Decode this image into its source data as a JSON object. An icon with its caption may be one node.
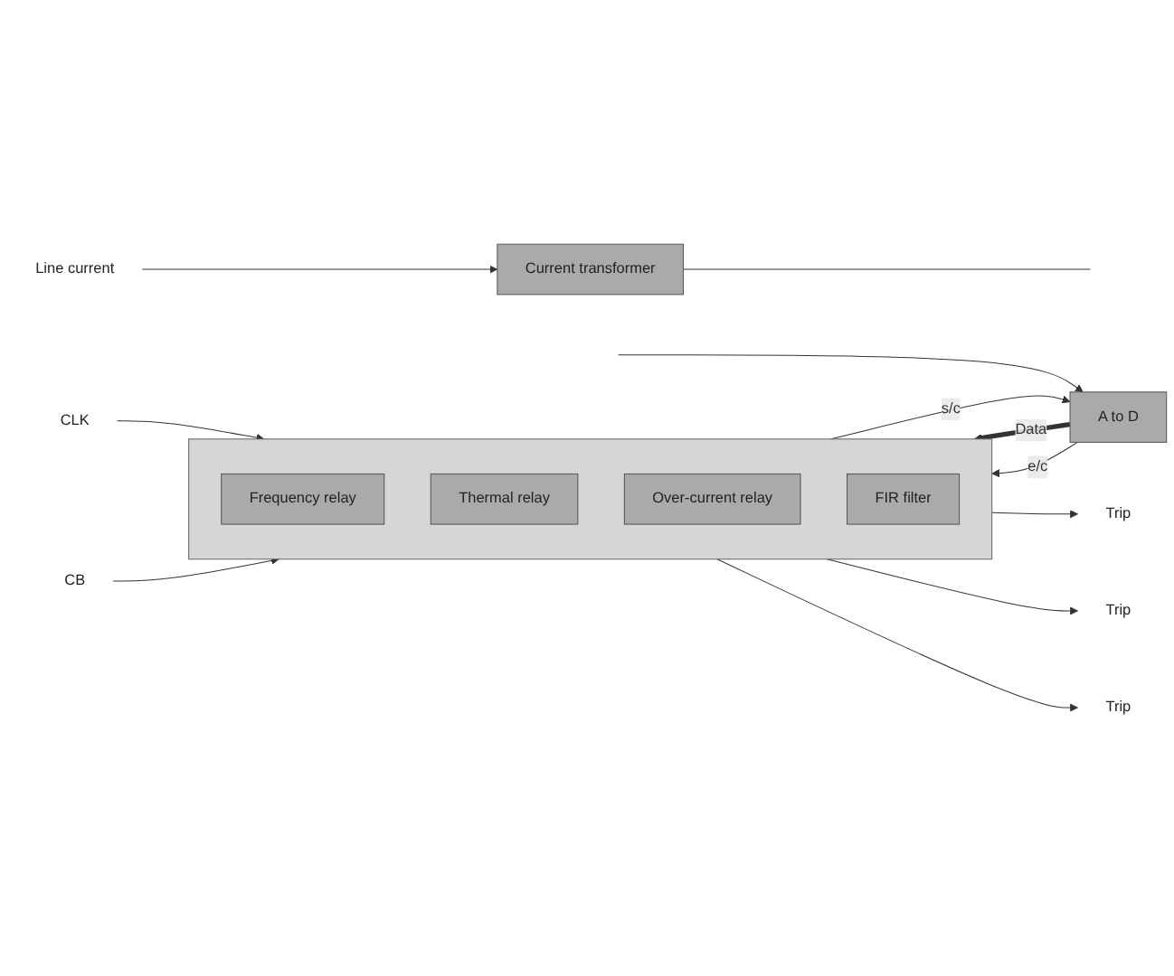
{
  "diagram": {
    "nodes": [
      {
        "text": [
          "Line current"
        ]
      },
      {
        "text": [
          "Current transformer"
        ]
      },
      {
        "text": [],
        "shape": "box"
      },
      {
        "text": [
          "Frequency relay"
        ],
        "in": 2
      },
      {
        "text": [
          "Thermal relay"
        ],
        "in": 2
      },
      {
        "text": [
          "Over-current relay"
        ],
        "in": 2
      },
      {
        "text": [
          "FIR filter"
        ],
        "in": 2
      },
      {
        "text": [
          "A to D"
        ]
      },
      {
        "text": [
          "Trip"
        ]
      },
      {
        "text": [
          "Trip"
        ]
      },
      {
        "text": [
          "Trip"
        ]
      },
      {
        "text": [
          "CLK"
        ]
      },
      {
        "text": [
          "CB"
        ]
      }
    ],
    "edges": [
      {
        "from": 0,
        "to": 1,
        "arrow": "to"
      },
      {
        "from": 1,
        "to": null,
        "arrow": "none"
      },
      {
        "from": null,
        "to": 7,
        "arrow": "to"
      },
      {
        "from": 7,
        "to": 2,
        "arrow": "to",
        "label": "Data",
        "style": "thick"
      },
      {
        "from": 2,
        "to": 7,
        "arrow": "to",
        "label": "s/c"
      },
      {
        "from": 7,
        "to": 2,
        "arrow": "to",
        "label": "e/c"
      },
      {
        "from": 2,
        "to": 8,
        "arrow": "to"
      },
      {
        "from": 2,
        "to": 9,
        "arrow": "to"
      },
      {
        "from": 2,
        "to": 10,
        "arrow": "to"
      },
      {
        "from": 11,
        "to": 2,
        "arrow": "to"
      },
      {
        "from": 12,
        "to": 2,
        "arrow": "to"
      }
    ]
  }
}
